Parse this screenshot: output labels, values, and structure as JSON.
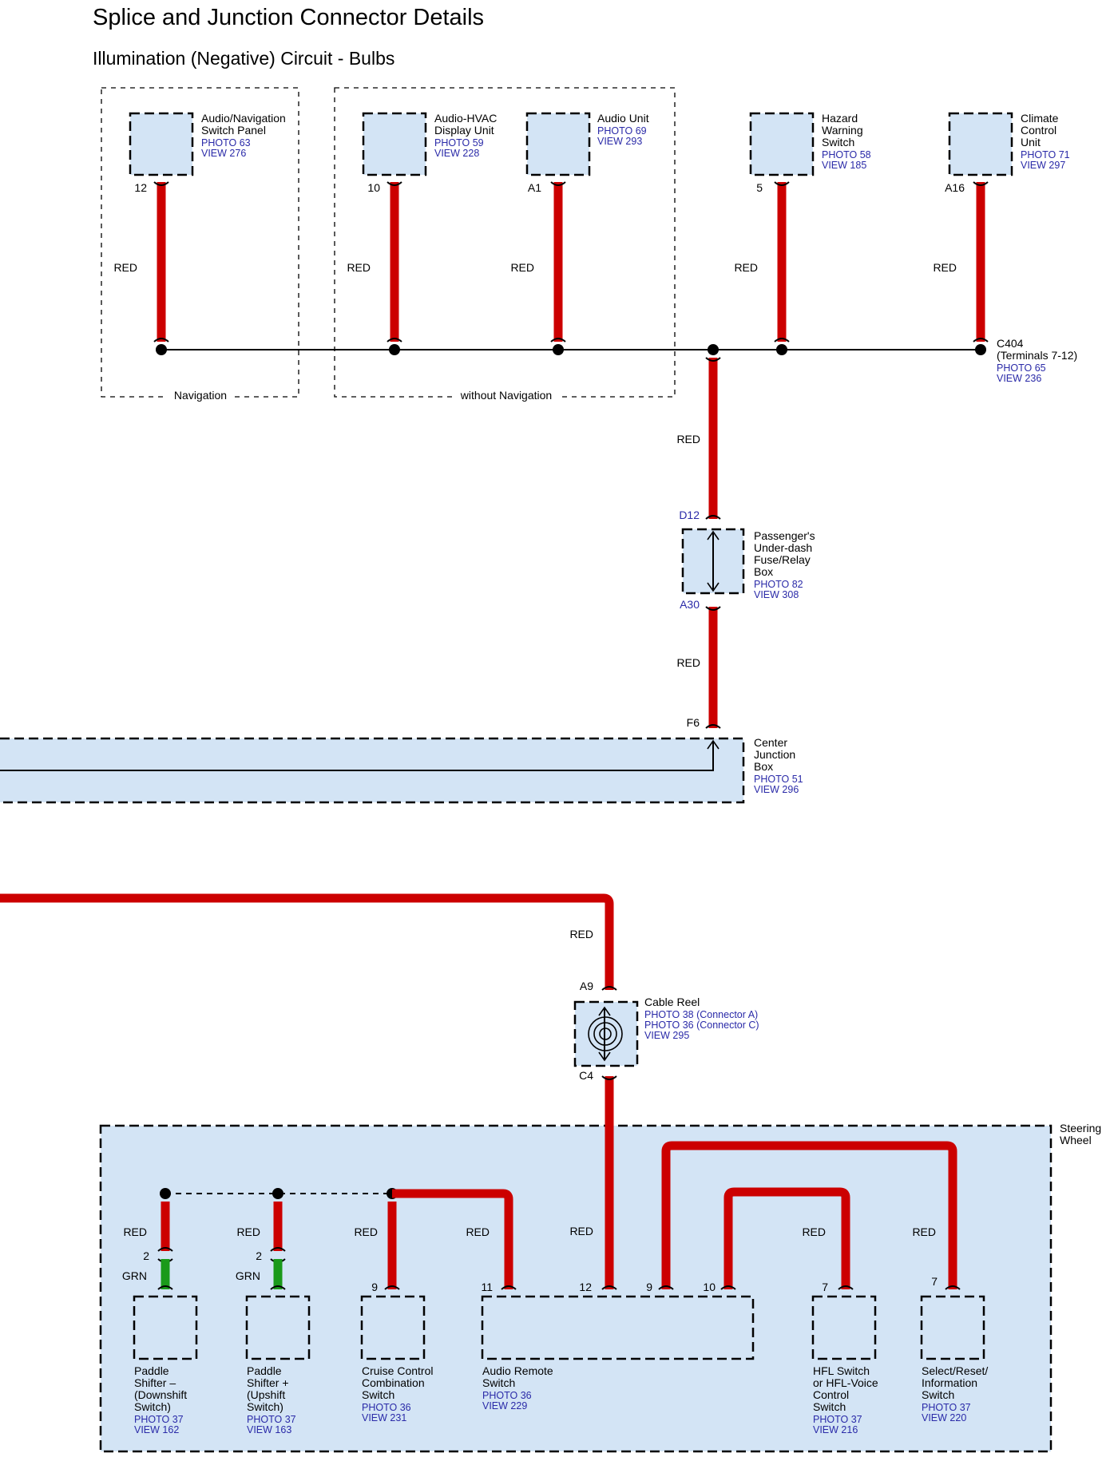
{
  "header": {
    "title": "Splice and Junction Connector Details",
    "subtitle": "Illumination (Negative) Circuit - Bulbs"
  },
  "colors": {
    "red_wire": "#cc0000",
    "green_wire": "#1a9a1a",
    "box_fill": "#d3e4f5",
    "ref_text": "#2a2aa8"
  },
  "groups": {
    "navigation": "Navigation",
    "without_navigation": "without Navigation",
    "steering_wheel": [
      "Steering",
      "Wheel"
    ]
  },
  "wire_color": {
    "red": "RED",
    "green": "GRN"
  },
  "components": {
    "audio_nav": {
      "name": [
        "Audio/Navigation",
        "Switch Panel"
      ],
      "refs": [
        "PHOTO 63",
        "VIEW 276"
      ],
      "pin": "12"
    },
    "audio_hvac": {
      "name": [
        "Audio-HVAC",
        "Display Unit"
      ],
      "refs": [
        "PHOTO 59",
        "VIEW 228"
      ],
      "pin": "10"
    },
    "audio_unit": {
      "name": [
        "Audio Unit"
      ],
      "refs": [
        "PHOTO 69",
        "VIEW 293"
      ],
      "pin": "A1"
    },
    "hazard": {
      "name": [
        "Hazard",
        "Warning",
        "Switch"
      ],
      "refs": [
        "PHOTO 58",
        "VIEW 185"
      ],
      "pin": "5"
    },
    "climate": {
      "name": [
        "Climate",
        "Control",
        "Unit"
      ],
      "refs": [
        "PHOTO 71",
        "VIEW 297"
      ],
      "pin": "A16"
    },
    "c404": {
      "name": [
        "C404",
        "(Terminals 7-12)"
      ],
      "refs": [
        "PHOTO 65",
        "VIEW 236"
      ]
    },
    "fuse_box": {
      "name": [
        "Passenger's",
        "Under-dash",
        "Fuse/Relay",
        "Box"
      ],
      "refs": [
        "PHOTO 82",
        "VIEW 308"
      ],
      "pin_top": "D12",
      "pin_bottom": "A30"
    },
    "center_jb": {
      "name": [
        "Center",
        "Junction",
        "Box"
      ],
      "refs": [
        "PHOTO 51",
        "VIEW 296"
      ],
      "pin": "F6"
    },
    "cable_reel": {
      "name": [
        "Cable Reel"
      ],
      "refs": [
        "PHOTO 38 (Connector A)",
        "PHOTO 36 (Connector C)",
        "VIEW 295"
      ],
      "pin_top": "A9",
      "pin_bottom": "C4"
    },
    "paddle_down": {
      "name": [
        "Paddle",
        "Shifter –",
        "(Downshift",
        "Switch)"
      ],
      "refs": [
        "PHOTO 37",
        "VIEW 162"
      ],
      "pin": "2"
    },
    "paddle_up": {
      "name": [
        "Paddle",
        "Shifter +",
        "(Upshift",
        "Switch)"
      ],
      "refs": [
        "PHOTO 37",
        "VIEW 163"
      ],
      "pin": "2"
    },
    "cruise": {
      "name": [
        "Cruise Control",
        "Combination",
        "Switch"
      ],
      "refs": [
        "PHOTO 36",
        "VIEW 231"
      ],
      "pin": "9"
    },
    "audio_remote": {
      "name": [
        "Audio Remote",
        "Switch"
      ],
      "refs": [
        "PHOTO 36",
        "VIEW 229"
      ],
      "pins": [
        "11",
        "12",
        "9",
        "10"
      ]
    },
    "hfl": {
      "name": [
        "HFL Switch",
        "or HFL-Voice",
        "Control",
        "Switch"
      ],
      "refs": [
        "PHOTO 37",
        "VIEW 216"
      ],
      "pin": "7"
    },
    "select_reset": {
      "name": [
        "Select/Reset/",
        "Information",
        "Switch"
      ],
      "refs": [
        "PHOTO 37",
        "VIEW 220"
      ],
      "pin": "7"
    }
  }
}
